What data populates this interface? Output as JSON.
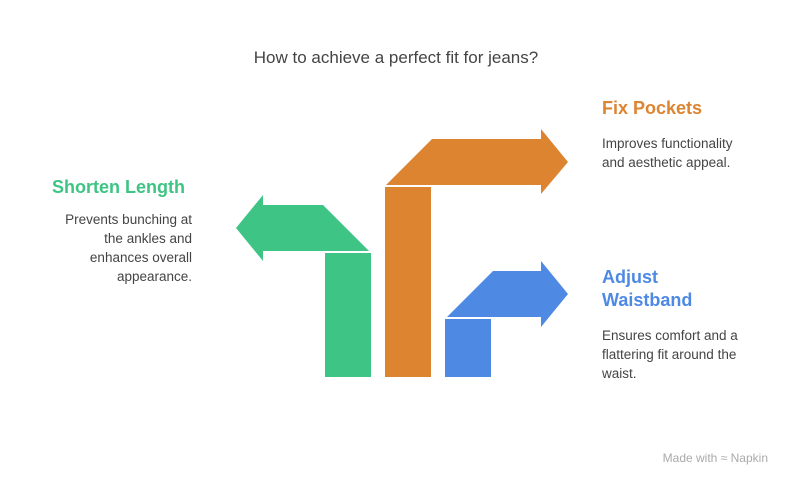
{
  "title": "How to achieve a perfect fit for jeans?",
  "items": [
    {
      "heading": "Shorten Length",
      "description": "Prevents bunching at the ankles and enhances overall appearance.",
      "color": "#3EC484"
    },
    {
      "heading": "Fix Pockets",
      "description": "Improves functionality and aesthetic appeal.",
      "color": "#DD8431"
    },
    {
      "heading": "Adjust Waistband",
      "description": "Ensures comfort and a flattering fit around the waist.",
      "color": "#4E89E3"
    }
  ],
  "footer": {
    "made_with": "Made with",
    "brand": "Napkin",
    "icon": "napkin-logo-icon"
  }
}
